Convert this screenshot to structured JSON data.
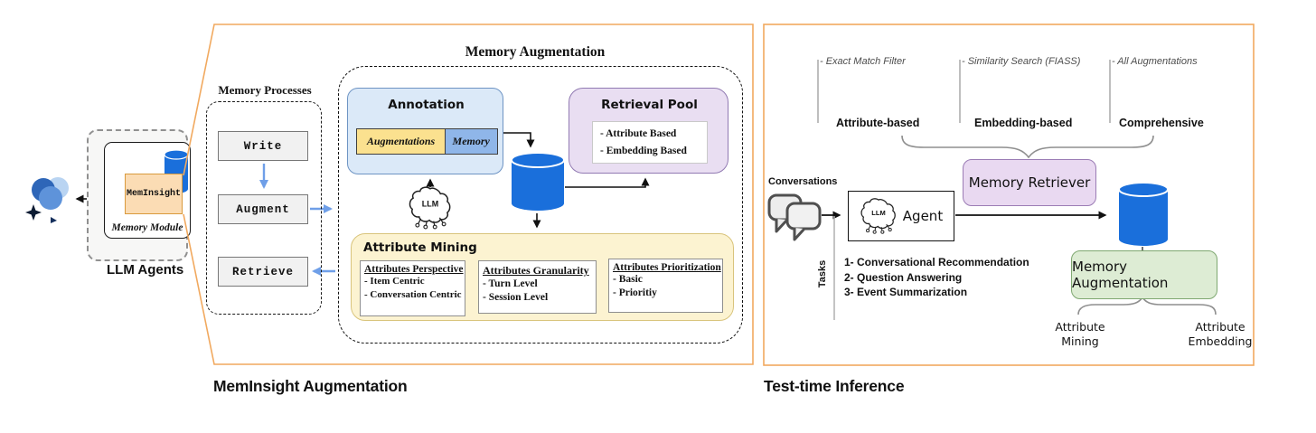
{
  "left": {
    "caption": "MemInsight Augmentation",
    "agents": {
      "label": "LLM Agents",
      "module": "MemInsight",
      "module_caption": "Memory Module"
    },
    "processes": {
      "title": "Memory Processes",
      "steps": [
        "Write",
        "Augment",
        "Retrieve"
      ]
    },
    "augmentation": {
      "title": "Memory Augmentation",
      "annotation": {
        "title": "Annotation",
        "chips": [
          "Augmentations",
          "Memory"
        ]
      },
      "retrieval_pool": {
        "title": "Retrieval Pool",
        "items": [
          "- Attribute Based",
          "- Embedding Based"
        ]
      },
      "attribute_mining": {
        "title": "Attribute Mining",
        "groups": [
          {
            "title": "Attributes Perspective",
            "items": [
              "- Item Centric",
              "- Conversation Centric"
            ]
          },
          {
            "title": "Attributes Granularity",
            "items": [
              "- Turn Level",
              "- Session Level"
            ]
          },
          {
            "title": "Attributes Prioritization",
            "items": [
              "- Basic",
              "- Prioritiy"
            ]
          }
        ]
      }
    }
  },
  "right": {
    "caption": "Test-time Inference",
    "modes": [
      {
        "note": "- Exact Match Filter",
        "label": "Attribute-based"
      },
      {
        "note": "- Similarity Search (FIASS)",
        "label": "Embedding-based"
      },
      {
        "note": "- All Augmentations",
        "label": "Comprehensive"
      }
    ],
    "conversations": "Conversations",
    "tasks_axis": "Tasks",
    "agent": "Agent",
    "retriever": "Memory Retriever",
    "tasks": [
      "1- Conversational Recommendation",
      "2- Question Answering",
      "3- Event Summarization"
    ],
    "augmentation": "Memory Augmentation",
    "methods": [
      {
        "l1": "Attribute",
        "l2": "Mining"
      },
      {
        "l1": "Attribute",
        "l2": "Embedding"
      }
    ]
  },
  "shared": {
    "llm": "LLM"
  },
  "colors": {
    "panel_border": "#f1a95f",
    "annotation_fill": "#dbe9f8",
    "annotation_border": "#6e94c4",
    "chip_yellow": "#fbe18f",
    "chip_blue": "#8fb6e9",
    "purple_fill": "#e9def2",
    "purple_border": "#917ab2",
    "retriever_fill": "#e9d9f1",
    "mining_fill": "#fcf3d1",
    "mining_border": "#d9c47c",
    "green_fill": "#ddecd4",
    "green_border": "#7fa871",
    "cylinder_blue": "#1a6fdb",
    "arrow_blue": "#6f9fe8",
    "step_fill": "#f1f1f1",
    "meminsight_fill": "#fbdcb4",
    "meminsight_border": "#d99a3d"
  }
}
